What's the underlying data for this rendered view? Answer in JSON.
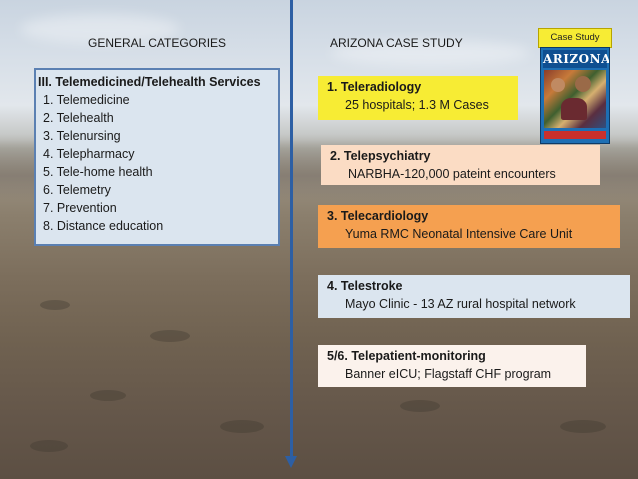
{
  "headings": {
    "general": "GENERAL CATEGORIES",
    "arizona": "ARIZONA CASE STUDY"
  },
  "case_study_label": "Case Study",
  "cover": {
    "title": "ARIZONA"
  },
  "general": {
    "title": "III.   Telemedicined/Telehealth Services",
    "items": [
      "1.  Telemedicine",
      "2.  Telehealth",
      "3.  Telenursing",
      "4.  Telepharmacy",
      "5.  Tele-home health",
      "6.   Telemetry",
      "7.  Prevention",
      "8.  Distance education"
    ]
  },
  "cases": [
    {
      "title": "1.   Teleradiology",
      "detail": "25 hospitals; 1.3 M Cases",
      "color": "#f7ec34"
    },
    {
      "title": "2.   Telepsychiatry",
      "detail": "NARBHA-120,000  pateint encounters",
      "color": "#fbdcc4"
    },
    {
      "title": "3.   Telecardiology",
      "detail": "Yuma RMC Neonatal Intensive Care Unit",
      "color": "#f5a050"
    },
    {
      "title": "4.   Telestroke",
      "detail": "Mayo Clinic -  13 AZ rural hospital network",
      "color": "#dbe5ef"
    },
    {
      "title": "5/6.  Telepatient-monitoring",
      "detail": "Banner eICU; Flagstaff CHF program",
      "color": "#fbf2ec"
    }
  ],
  "colors": {
    "divider": "#2d5fa4",
    "general_border": "#5b80b2"
  }
}
